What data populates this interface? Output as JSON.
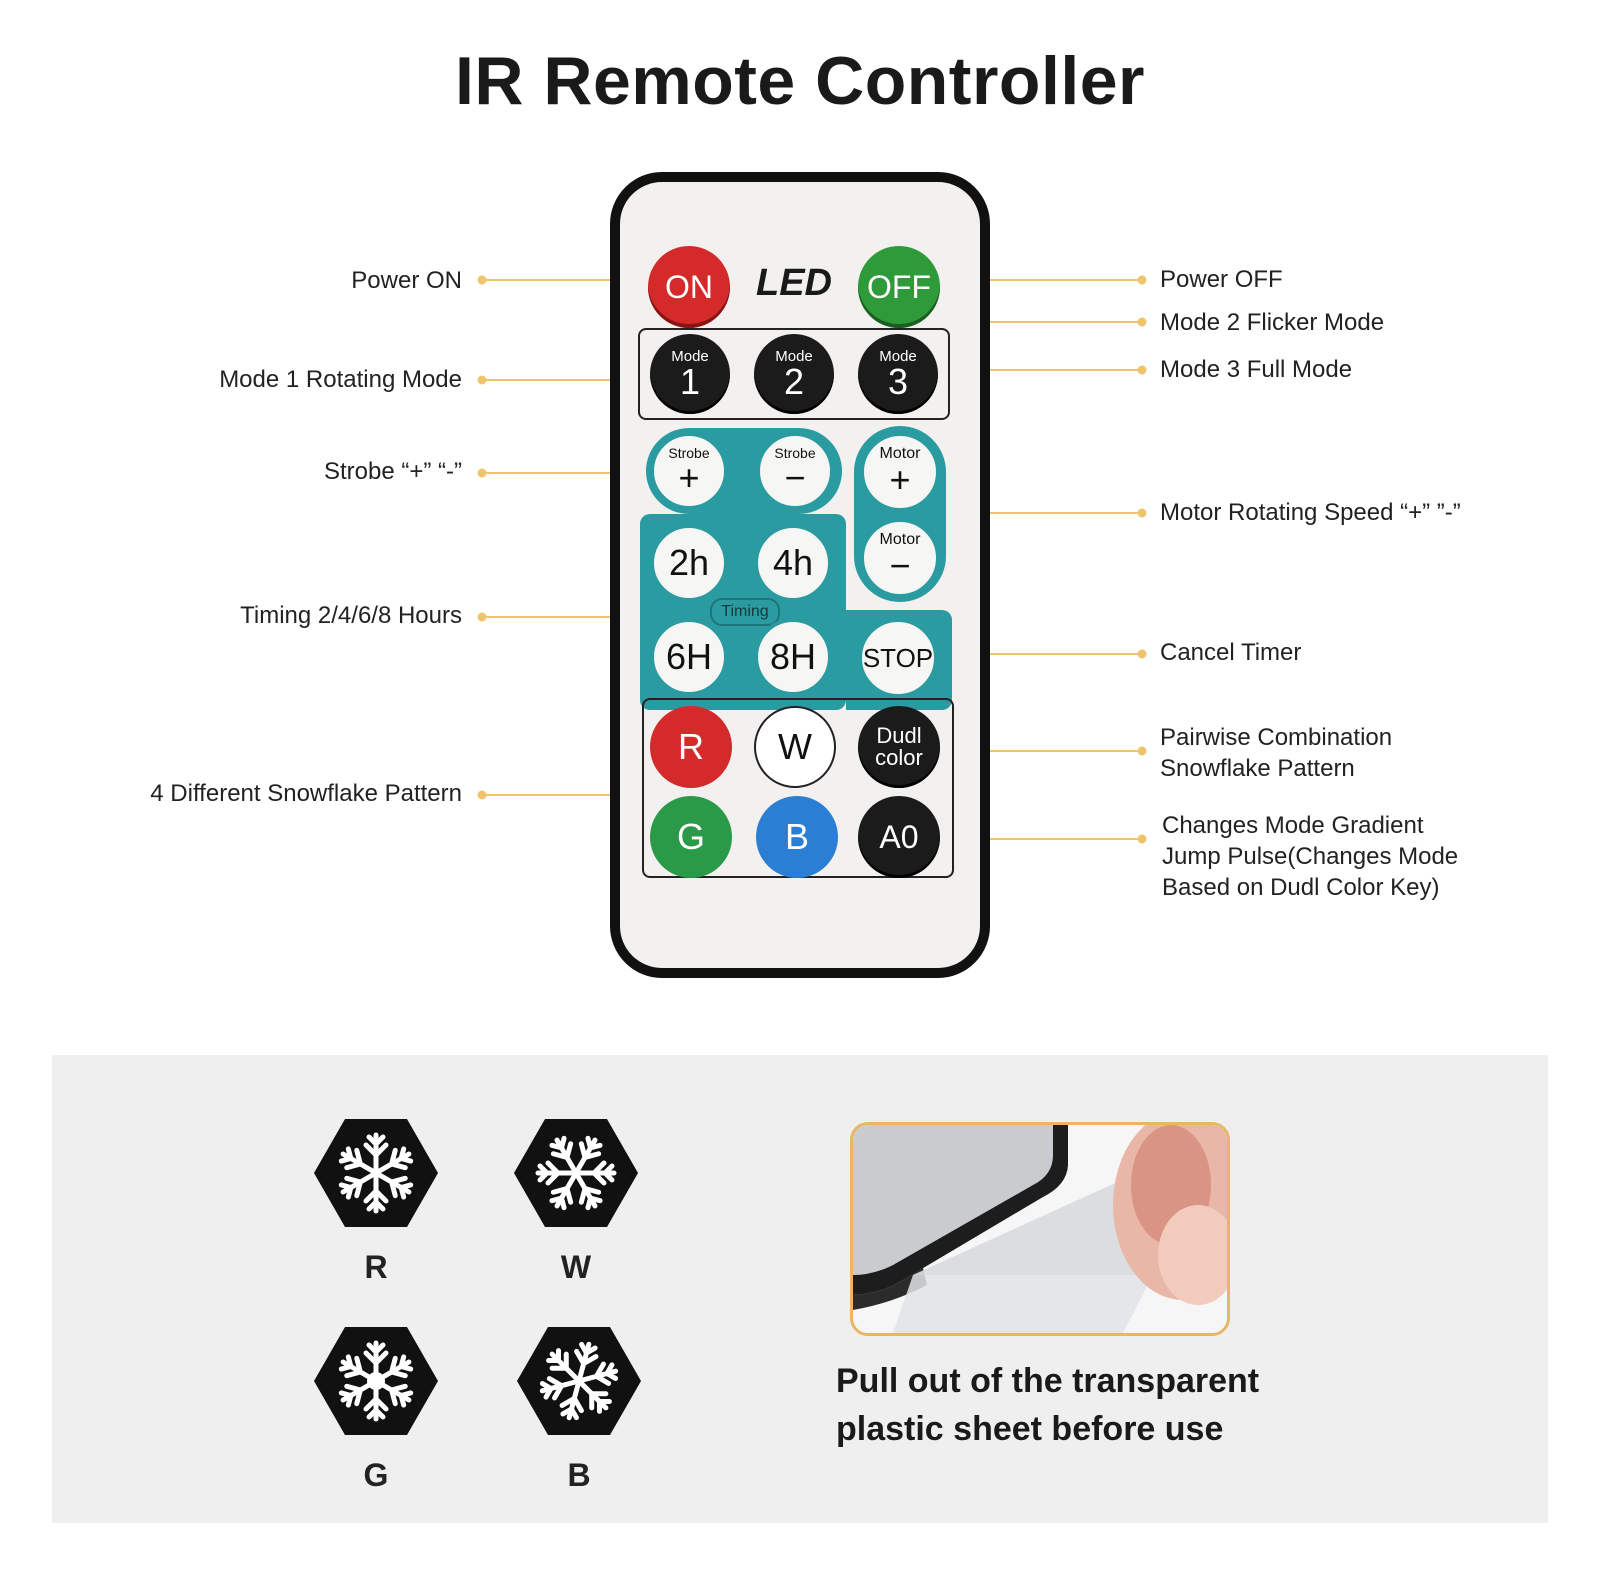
{
  "title": "IR Remote Controller",
  "colors": {
    "callout_line": "#f0c46c",
    "teal": "#2a9ba0",
    "on_button": "#d42a2a",
    "off_button": "#2f9a3a",
    "red_button": "#d42a2a",
    "green_button": "#2a9a48",
    "blue_button": "#2a7fd4",
    "photo_border": "#e8b763"
  },
  "callouts": {
    "power_on": "Power ON",
    "mode1": "Mode 1 Rotating Mode",
    "strobe": "Strobe “+” “-”",
    "timing": "Timing 2/4/6/8 Hours",
    "snowflake4": "4 Different Snowflake Pattern",
    "power_off": "Power OFF",
    "mode2": "Mode 2 Flicker Mode",
    "mode3": "Mode 3 Full Mode",
    "motor": "Motor Rotating Speed “+” ”-”",
    "cancel": "Cancel Timer",
    "pairwise_1": "Pairwise Combination",
    "pairwise_2": "Snowflake Pattern",
    "changes_1": "Changes Mode Gradient",
    "changes_2": "Jump Pulse(Changes Mode",
    "changes_3": "Based on Dudl Color Key)"
  },
  "remote": {
    "brand": "LED",
    "on": "ON",
    "off": "OFF",
    "mode_word": "Mode",
    "mode_1": "1",
    "mode_2": "2",
    "mode_3": "3",
    "strobe_word": "Strobe",
    "motor_word": "Motor",
    "plus": "+",
    "minus": "−",
    "t2h": "2h",
    "t4h": "4h",
    "t6h": "6H",
    "t8h": "8H",
    "timing_tag": "Timing",
    "stop": "STOP",
    "r": "R",
    "w": "W",
    "dudl_1": "Dudl",
    "dudl_2": "color",
    "g": "G",
    "b": "B",
    "a0": "A0"
  },
  "patterns": [
    {
      "label": "R",
      "icon": "snowflake-icon"
    },
    {
      "label": "W",
      "icon": "snowflake-icon"
    },
    {
      "label": "G",
      "icon": "snowflake-icon"
    },
    {
      "label": "B",
      "icon": "snowflake-icon"
    }
  ],
  "instruction": {
    "line1": "Pull out of the transparent",
    "line2": "plastic sheet before use"
  }
}
